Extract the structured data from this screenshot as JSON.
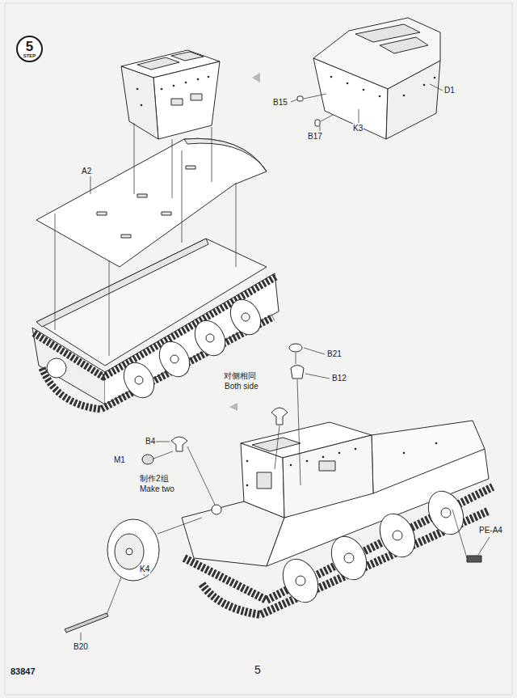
{
  "diagram": {
    "nodes": [
      {
        "text": [
          "5",
          "STEP"
        ]
      }
    ],
    "labels": [
      "A2",
      "B15",
      "B17",
      "K3",
      "D1",
      "B21",
      "B12",
      "对侧相同",
      "Both side",
      "B4",
      "M1",
      "制作2组",
      "Make two",
      "PE-A4",
      "K4",
      "B20",
      "5",
      "83847"
    ]
  }
}
